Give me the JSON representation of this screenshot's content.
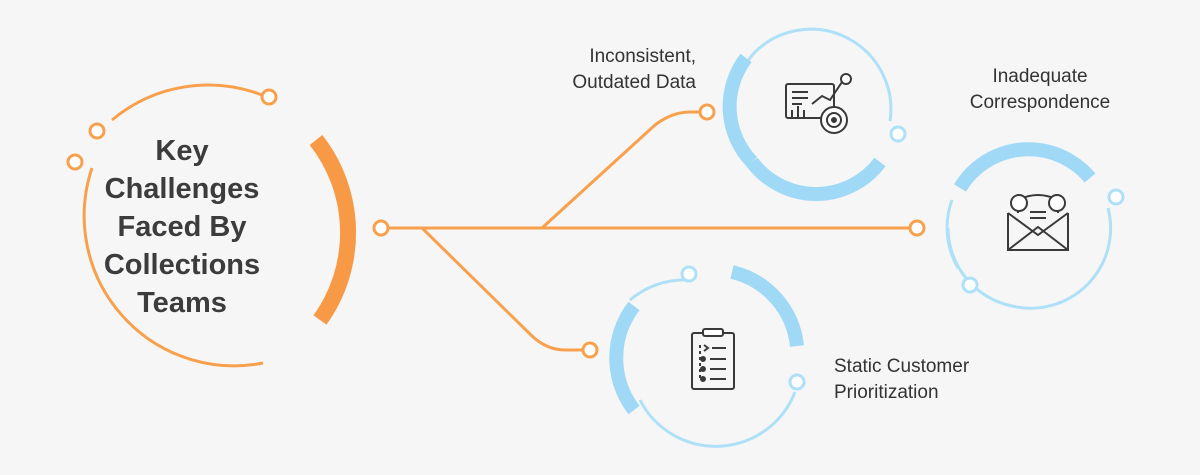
{
  "title": {
    "lines": [
      "Key",
      "Challenges",
      "Faced By",
      "Collections",
      "Teams"
    ]
  },
  "challenges": [
    {
      "id": "outdated-data",
      "lines": [
        "Inconsistent,",
        "Outdated Data"
      ],
      "icon": "data-analytics-icon"
    },
    {
      "id": "correspondence",
      "lines": [
        "Inadequate",
        "Correspondence"
      ],
      "icon": "email-exchange-icon"
    },
    {
      "id": "prioritization",
      "lines": [
        "Static Customer",
        "Prioritization"
      ],
      "icon": "checklist-clipboard-icon"
    }
  ],
  "colors": {
    "orange": "#f8a04c",
    "orange_thick": "#f89a45",
    "blue": "#aee0f8",
    "blue_thick": "#9fd9f6",
    "text": "#333333",
    "icon": "#3a3a3a",
    "background": "#f6f6f6"
  }
}
